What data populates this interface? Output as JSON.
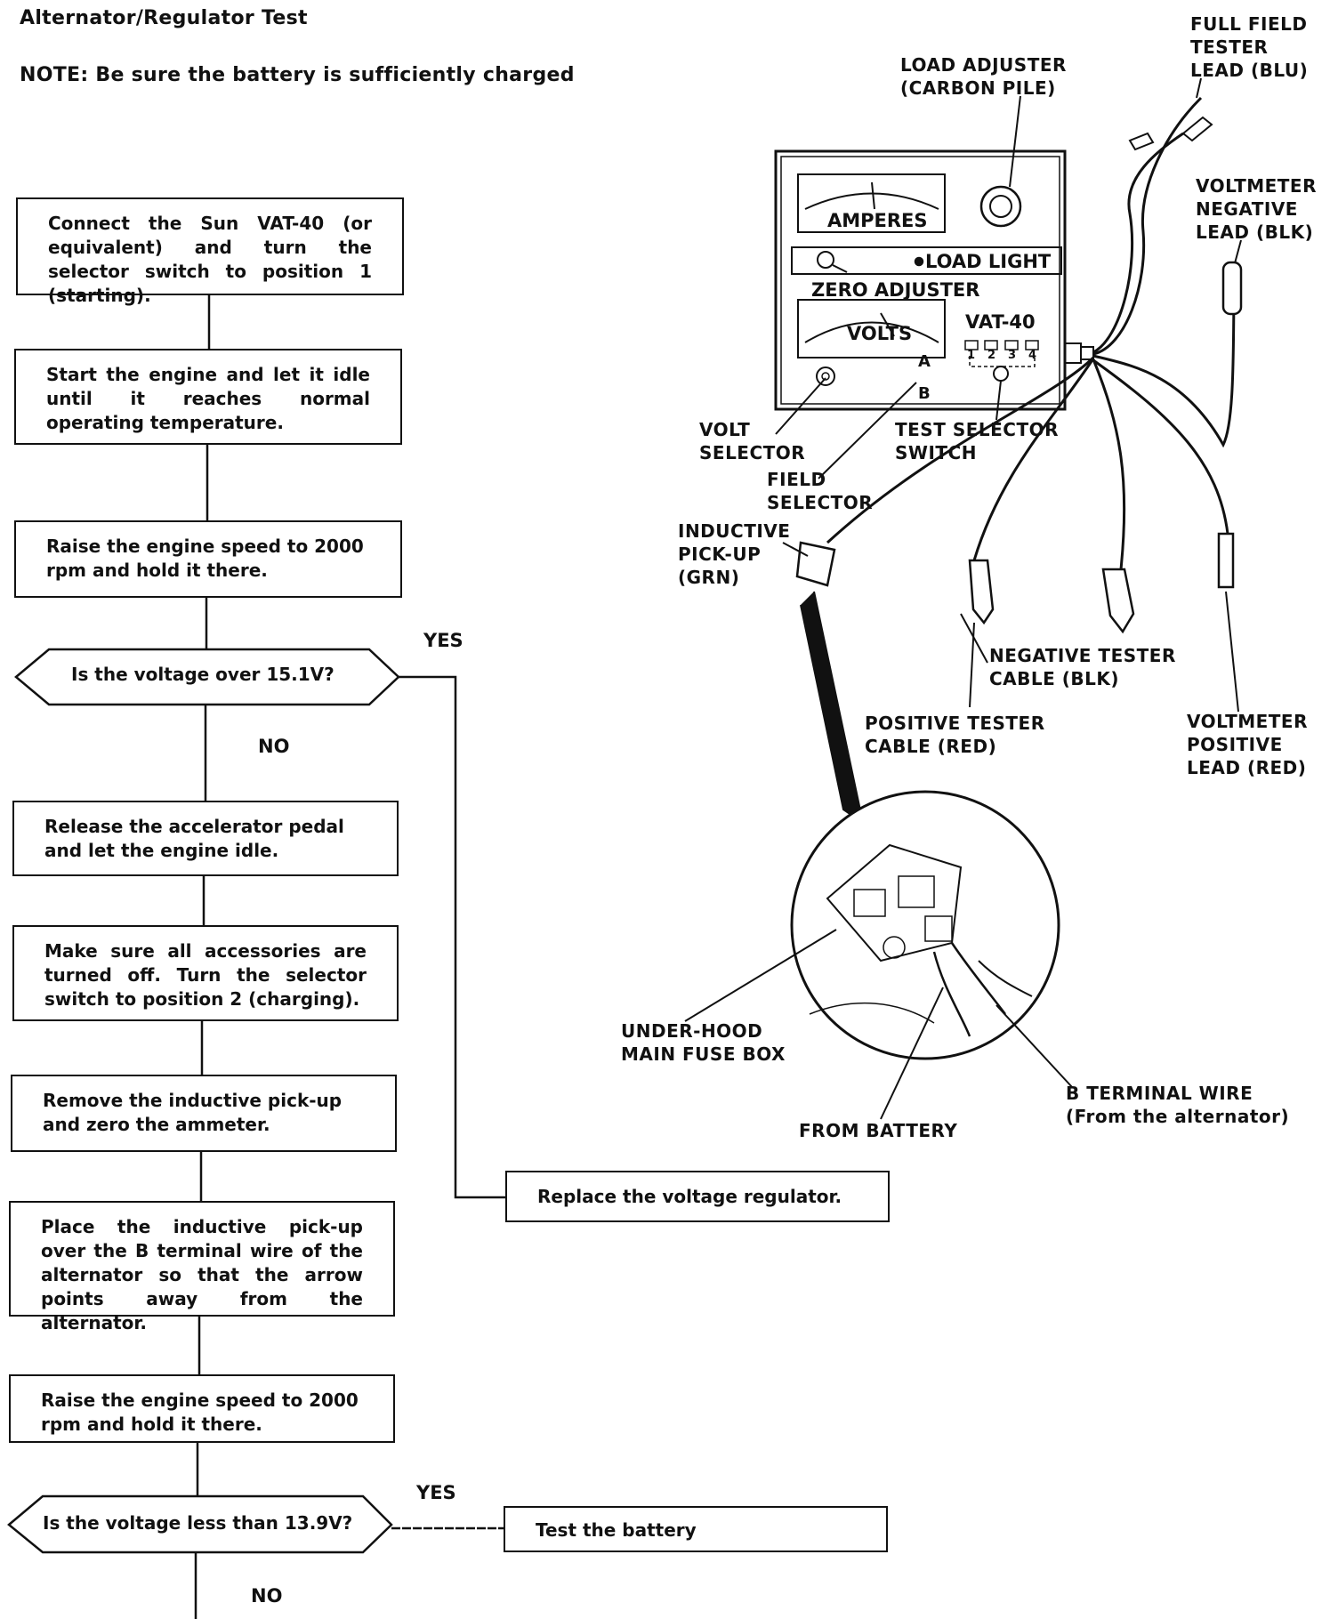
{
  "header": {
    "title": "Alternator/Regulator Test",
    "note": "NOTE: Be sure the battery is sufficiently charged"
  },
  "flow": {
    "step1": "Connect the Sun VAT-40 (or equivalent) and turn the selector switch to position 1 (starting).",
    "step2": "Start the engine and let it idle until it reaches normal operating temperature.",
    "step3": "Raise the engine speed to 2000 rpm and hold it there.",
    "decision1": "Is the voltage over 15.1V?",
    "decision1_yes": "YES",
    "decision1_no": "NO",
    "replace": "Replace the voltage regulator.",
    "step4": "Release the accelerator pedal and let the engine idle.",
    "step5": "Make sure all accessories are turned off. Turn the selector switch to position 2 (charging).",
    "step6": "Remove the inductive pick-up and zero the ammeter.",
    "step7": "Place the inductive pick-up over the B terminal wire of the alternator so that the arrow points away from the alternator.",
    "step8": "Raise the engine speed to 2000 rpm and hold it there.",
    "decision2": "Is the voltage less than 13.9V?",
    "decision2_yes": "YES",
    "decision2_no": "NO",
    "test_battery": "Test the battery"
  },
  "tester": {
    "amperes": "AMPERES",
    "volts": "VOLTS",
    "load_light": "LOAD LIGHT",
    "zero_adjuster": "ZERO ADJUSTER",
    "model": "VAT-40",
    "switch_positions": [
      "1",
      "2",
      "3",
      "4"
    ],
    "field_a": "A",
    "field_b": "B"
  },
  "labels": {
    "load_adjuster": "LOAD ADJUSTER\n(CARBON PILE)",
    "full_field": "FULL FIELD\nTESTER\nLEAD (BLU)",
    "volt_neg": "VOLTMETER\nNEGATIVE\nLEAD (BLK)",
    "volt_selector": "VOLT\nSELECTOR",
    "test_selector": "TEST SELECTOR\nSWITCH",
    "field_selector": "FIELD\nSELECTOR",
    "inductive": "INDUCTIVE\nPICK-UP\n(GRN)",
    "neg_tester": "NEGATIVE TESTER\nCABLE (BLK)",
    "pos_tester": "POSITIVE TESTER\nCABLE (RED)",
    "volt_pos": "VOLTMETER\nPOSITIVE\nLEAD (RED)",
    "fuse_box": "UNDER-HOOD\nMAIN FUSE BOX",
    "from_battery": "FROM BATTERY",
    "b_terminal": "B TERMINAL WIRE\n(From the alternator)"
  }
}
